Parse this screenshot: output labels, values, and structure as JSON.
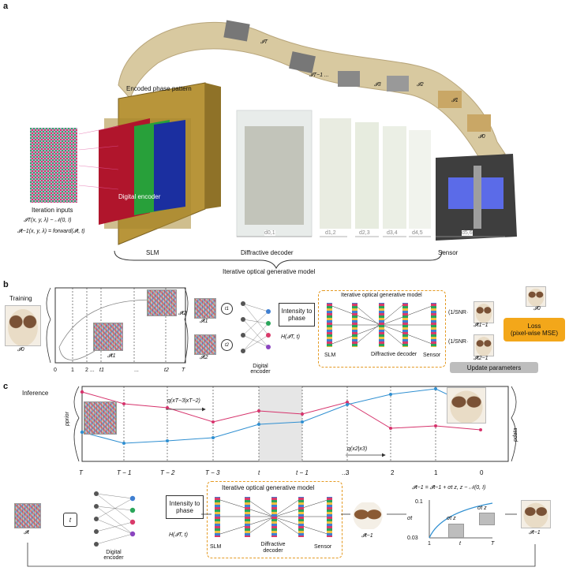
{
  "panel_labels": {
    "a": "a",
    "b": "b",
    "c": "c"
  },
  "panel_a": {
    "encoded_phase_pattern": "Encoded phase pattern",
    "digital_encoder": "Digital encoder",
    "iteration_inputs": "Iteration inputs",
    "input_eq1": "𝓘T(x, y, λ) ~ 𝒩(0, I)",
    "input_eq2": "𝓘t−1(x, y, λ) = forward(𝓘t, t)",
    "film_labels": [
      "𝓘T",
      "𝓘T−1 ...",
      "𝓘3",
      "𝓘2",
      "𝓘1",
      "𝓘0"
    ],
    "distances": [
      "d0,1",
      "d1,2",
      "d2,3",
      "d3,4",
      "d4,5",
      "d5,6"
    ],
    "slm": "SLM",
    "diffractive_decoder": "Diffractive decoder",
    "sensor": "Sensor",
    "model_title": "Iterative optical generative model"
  },
  "panel_b": {
    "training": "Training",
    "i0": "𝓘0",
    "axis_ticks": [
      "0",
      "1",
      "2 ...",
      "t1",
      "...",
      "t2",
      "T"
    ],
    "it1": "𝓘t1",
    "it2": "𝓘t2",
    "t1": "t1",
    "t2": "t2",
    "intensity_to_phase": "Intensity to phase",
    "h_eq": "H(𝓘T, t)",
    "digital_encoder": "Digital encoder",
    "model_title": "Iterative optical generative model",
    "slm": "SLM",
    "diffractive_decoder": "Diffractive decoder",
    "sensor": "Sensor",
    "snr1": "(1/SNR·",
    "snr2": "(1/SNR·",
    "pred1": "𝓘̂t1−1",
    "pred2": "𝓘̂t2−1",
    "target": "𝓘0",
    "loss": "Loss\n(pixel-wise MSE)",
    "update": "Update parameters"
  },
  "panel_c": {
    "inference": "Inference",
    "p_prior": "pprior",
    "p_data": "pdata",
    "q_top": "q(xT−3|xT−2)",
    "q_bottom": "q(x2|x3)",
    "axis_ticks": [
      "T",
      "T − 1",
      "T − 2",
      "T − 3",
      "t",
      "t − 1",
      "...",
      "3",
      "2",
      "1",
      "0"
    ],
    "it": "𝓘t",
    "t_box": "t",
    "digital_encoder": "Digital encoder",
    "intensity_to_phase": "Intensity to phase",
    "h_eq": "H(𝓘T, t)",
    "model_title": "Iterative optical generative model",
    "slm": "SLM",
    "diffractive_decoder": "Diffractive decoder",
    "sensor": "Sensor",
    "pred": "𝓘̂t−1",
    "update_eq": "𝓘t−1 = 𝓘̂t−1 + σt z, z ~ 𝒩(0, I)",
    "sigma_label": "σt",
    "sigma_top": "0.1",
    "sigma_bottom": "0.03",
    "sigma_x_left": "1",
    "sigma_x_mid": "t",
    "sigma_x_right": "T",
    "sigmaz": "σt z",
    "out": "𝓘t−1"
  },
  "series": {
    "red_line_color": "#d6336c",
    "blue_line_color": "#2f8fd1",
    "accent_orange": "#f3a71a"
  }
}
